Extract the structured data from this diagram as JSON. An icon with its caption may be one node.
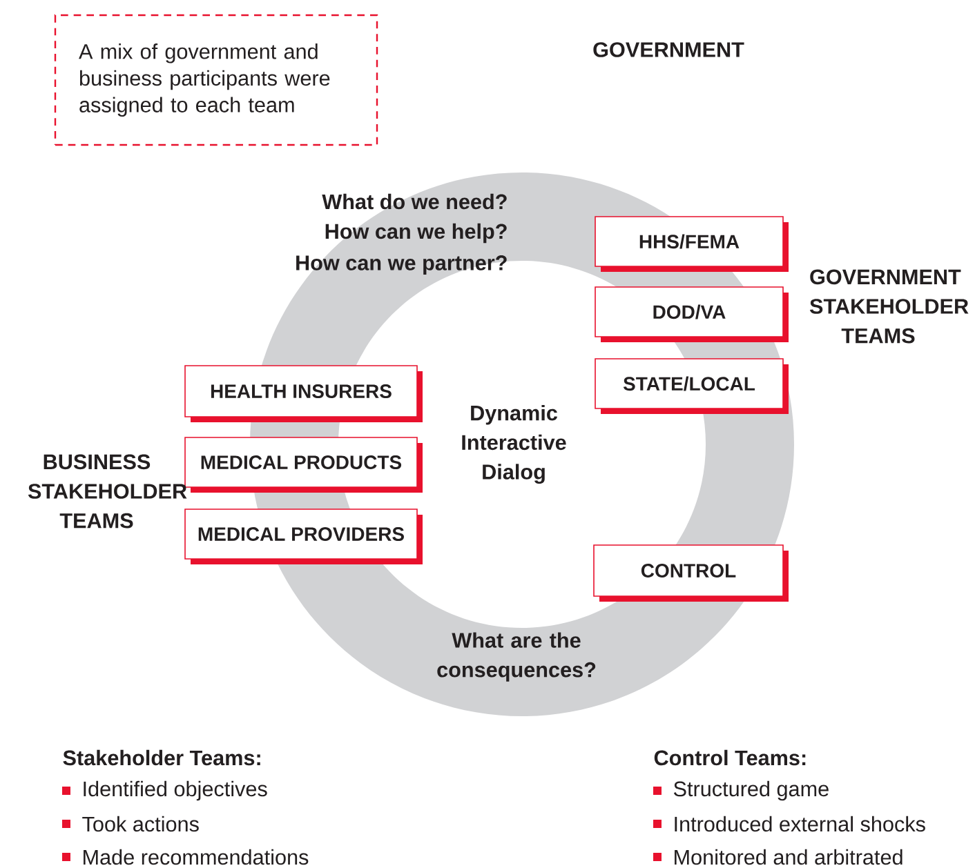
{
  "diagram": {
    "nodes": [
      {
        "text": [
          "A mix of government and business participants were assigned to each team"
        ]
      },
      {
        "text": [
          "HHS/FEMA"
        ]
      },
      {
        "text": [
          "DOD/VA"
        ]
      },
      {
        "text": [
          "STATE/LOCAL"
        ]
      },
      {
        "text": [
          "HEALTH INSURERS"
        ]
      },
      {
        "text": [
          "MEDICAL PRODUCTS"
        ]
      },
      {
        "text": [
          "MEDICAL PROVIDERS"
        ]
      },
      {
        "text": [
          "CONTROL"
        ]
      }
    ],
    "labels": [
      "GOVERNMENT",
      "What do we need?",
      "How can we help?",
      "How can we partner?",
      "GOVERNMENT STAKEHOLDER TEAMS",
      "Dynamic Interactive Dialog",
      "BUSINESS STAKEHOLDER TEAMS",
      "What are the consequences?",
      "Stakeholder Teams:",
      "Identified objectives",
      "Took actions",
      "Made recommendations",
      "Control Teams:",
      "Structured game",
      "Introduced external shocks",
      "Monitored and arbitrated"
    ]
  }
}
